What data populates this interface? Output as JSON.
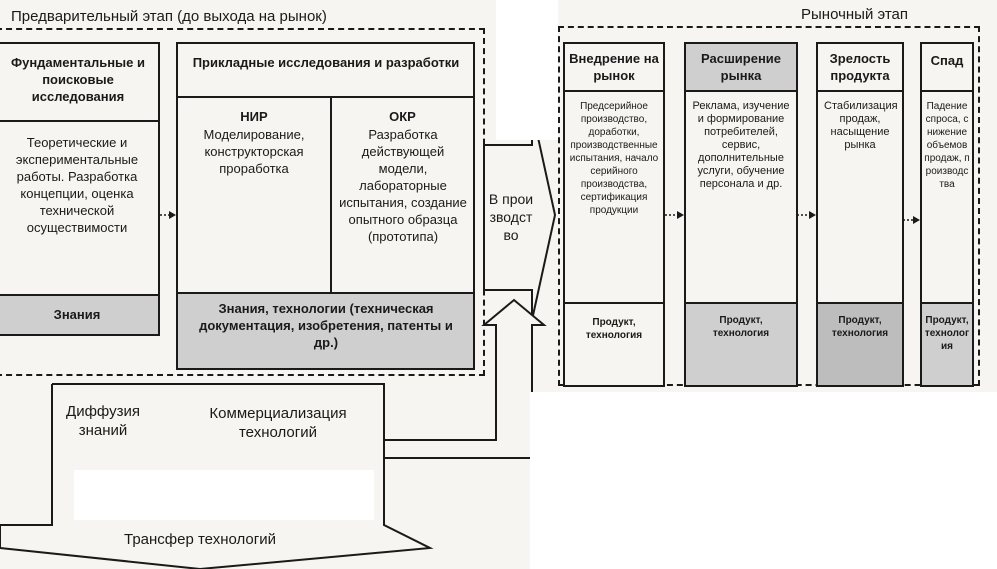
{
  "pre_market": {
    "title": "Предварительный этап (до выхода на рынок)",
    "fundamental": {
      "header": "Фундаментальные и поисковые исследования",
      "body": "Теоретические и экспериментальные работы. Разработка концепции, оценка технической осуществимости",
      "result": "Знания"
    },
    "applied": {
      "header": "Прикладные исследования и разработки",
      "nir_title": "НИР",
      "nir_body": "Моделирование, конструкторская проработка",
      "okr_title": "ОКР",
      "okr_body": "Разработка действующей модели, лабораторные испытания, создание опытного образца (прототипа)",
      "result": "Знания, технологии (техническая документация, изобретения, патенты и др.)"
    }
  },
  "diffusion": "Диффузия знаний",
  "commercialization": "Коммерциализация технологий",
  "transfer": "Трансфер технологий",
  "to_production": "В производство",
  "market": {
    "title": "Рыночный этап",
    "stages": [
      {
        "header": "Внедрение на рынок",
        "body": "Предсерийное производство, доработки, производственные испытания, начало серийного производства, сертификация продукции",
        "result": "Продукт, технология"
      },
      {
        "header": "Расширение рынка",
        "body": "Реклама, изучение и формирование потребителей, сервис, дополнительные услуги, обучение персонала и др.",
        "result": "Продукт, технология"
      },
      {
        "header": "Зрелость продукта",
        "body": "Стабилизация продаж, насыщение рынка",
        "result": "Продукт, технология"
      },
      {
        "header": "Спад",
        "body": "Падение спроса, снижение объемов продаж, производства",
        "result": "Продукт, технология"
      }
    ]
  }
}
